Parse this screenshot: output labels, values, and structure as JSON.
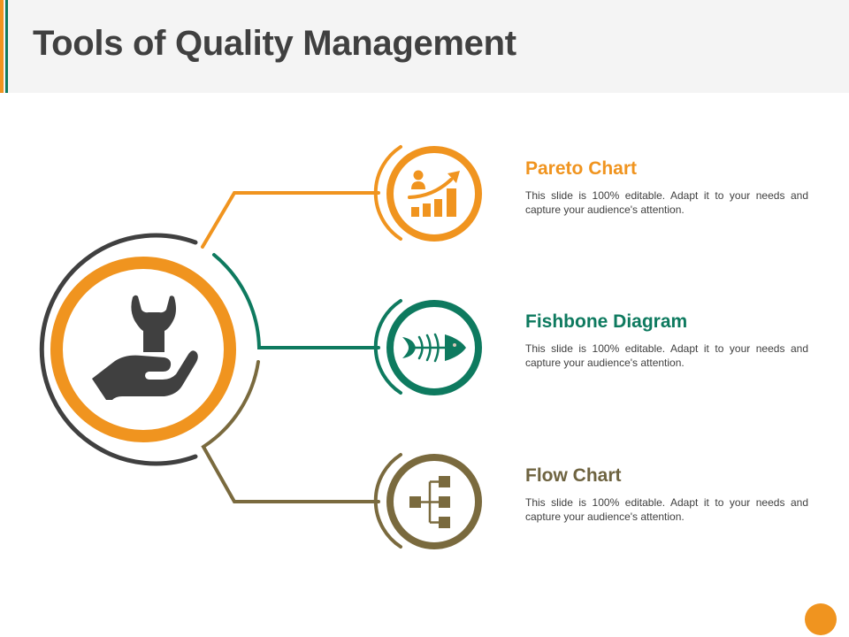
{
  "header": {
    "title": "Tools of Quality Management"
  },
  "colors": {
    "orange": "#f0941f",
    "green": "#0e7a5f",
    "olive": "#7a6a3e",
    "dark": "#404040",
    "header_bg": "#f4f4f4"
  },
  "center_hub": {
    "icon": "hand-wrench-icon"
  },
  "items": [
    {
      "title": "Pareto Chart",
      "description": "This slide is 100% editable. Adapt it to your needs and capture your audience's attention.",
      "icon": "pareto-chart-icon",
      "color": "#f0941f"
    },
    {
      "title": "Fishbone Diagram",
      "description": "This slide is 100% editable. Adapt it to your needs and capture your audience's attention.",
      "icon": "fishbone-icon",
      "color": "#0e7a5f"
    },
    {
      "title": "Flow Chart",
      "description": "This slide is 100% editable. Adapt it to your needs and capture your audience's attention.",
      "icon": "flow-chart-icon",
      "color": "#7a6a3e"
    }
  ]
}
